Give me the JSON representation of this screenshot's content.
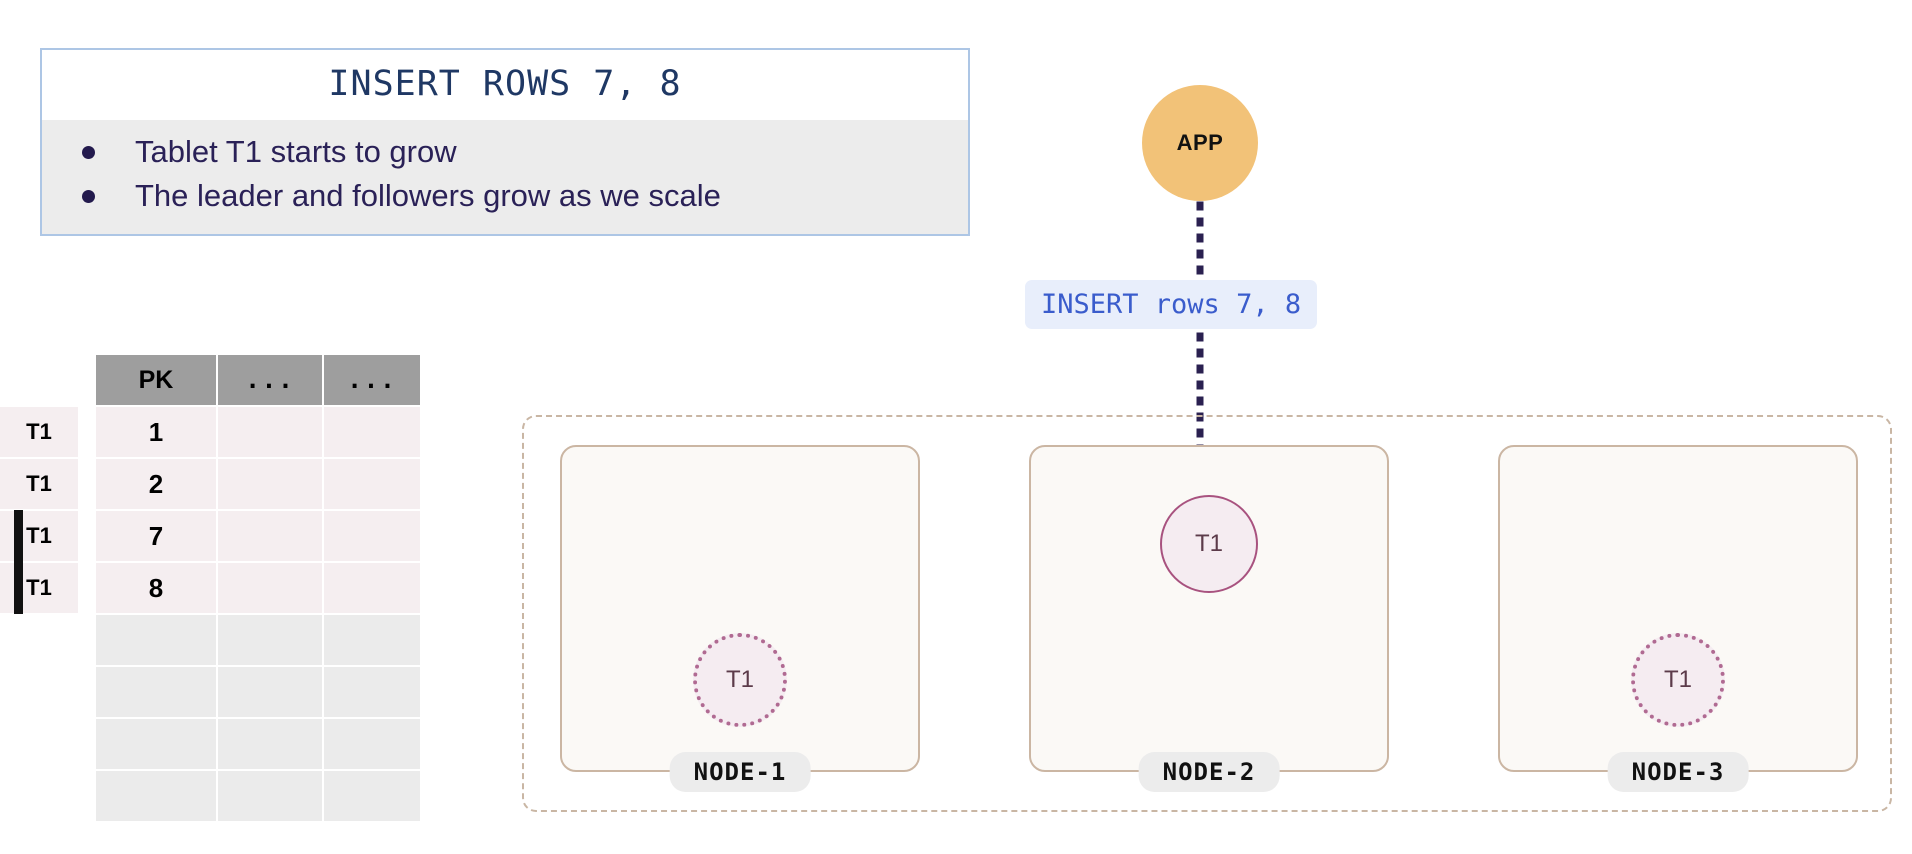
{
  "callout": {
    "title": "INSERT ROWS 7, 8",
    "bullets": [
      "Tablet T1 starts to grow",
      "The leader and followers grow as we scale"
    ],
    "border_color": "#adc6e5",
    "body_bg": "#ececec",
    "title_color": "#1f3864"
  },
  "table": {
    "headers": [
      "PK",
      "...",
      "..."
    ],
    "header_bg": "#9e9e9e",
    "filled_row_bg": "#f5eef0",
    "empty_row_bg": "#ebebeb",
    "rows": [
      {
        "tag": "T1",
        "pk": "1",
        "filled": true,
        "leader_bar": false
      },
      {
        "tag": "T1",
        "pk": "2",
        "filled": true,
        "leader_bar": false
      },
      {
        "tag": "T1",
        "pk": "7",
        "filled": true,
        "leader_bar": true
      },
      {
        "tag": "T1",
        "pk": "8",
        "filled": true,
        "leader_bar": true
      },
      {
        "tag": "",
        "pk": "",
        "filled": false,
        "leader_bar": false
      },
      {
        "tag": "",
        "pk": "",
        "filled": false,
        "leader_bar": false
      },
      {
        "tag": "",
        "pk": "",
        "filled": false,
        "leader_bar": false
      },
      {
        "tag": "",
        "pk": "",
        "filled": false,
        "leader_bar": false
      }
    ]
  },
  "app": {
    "label": "APP",
    "color": "#f2c278"
  },
  "query": {
    "label": "INSERT rows 7, 8",
    "text_color": "#3a5ccc",
    "bg_color": "#e8eefb"
  },
  "arrow": {
    "color": "#2a2050",
    "style": "dotted"
  },
  "cluster": {
    "border_color": "#c9b6a4",
    "nodes": [
      {
        "name": "NODE-1",
        "tablet": "T1",
        "role": "follower"
      },
      {
        "name": "NODE-2",
        "tablet": "T1",
        "role": "leader"
      },
      {
        "name": "NODE-3",
        "tablet": "T1",
        "role": "follower"
      }
    ]
  }
}
